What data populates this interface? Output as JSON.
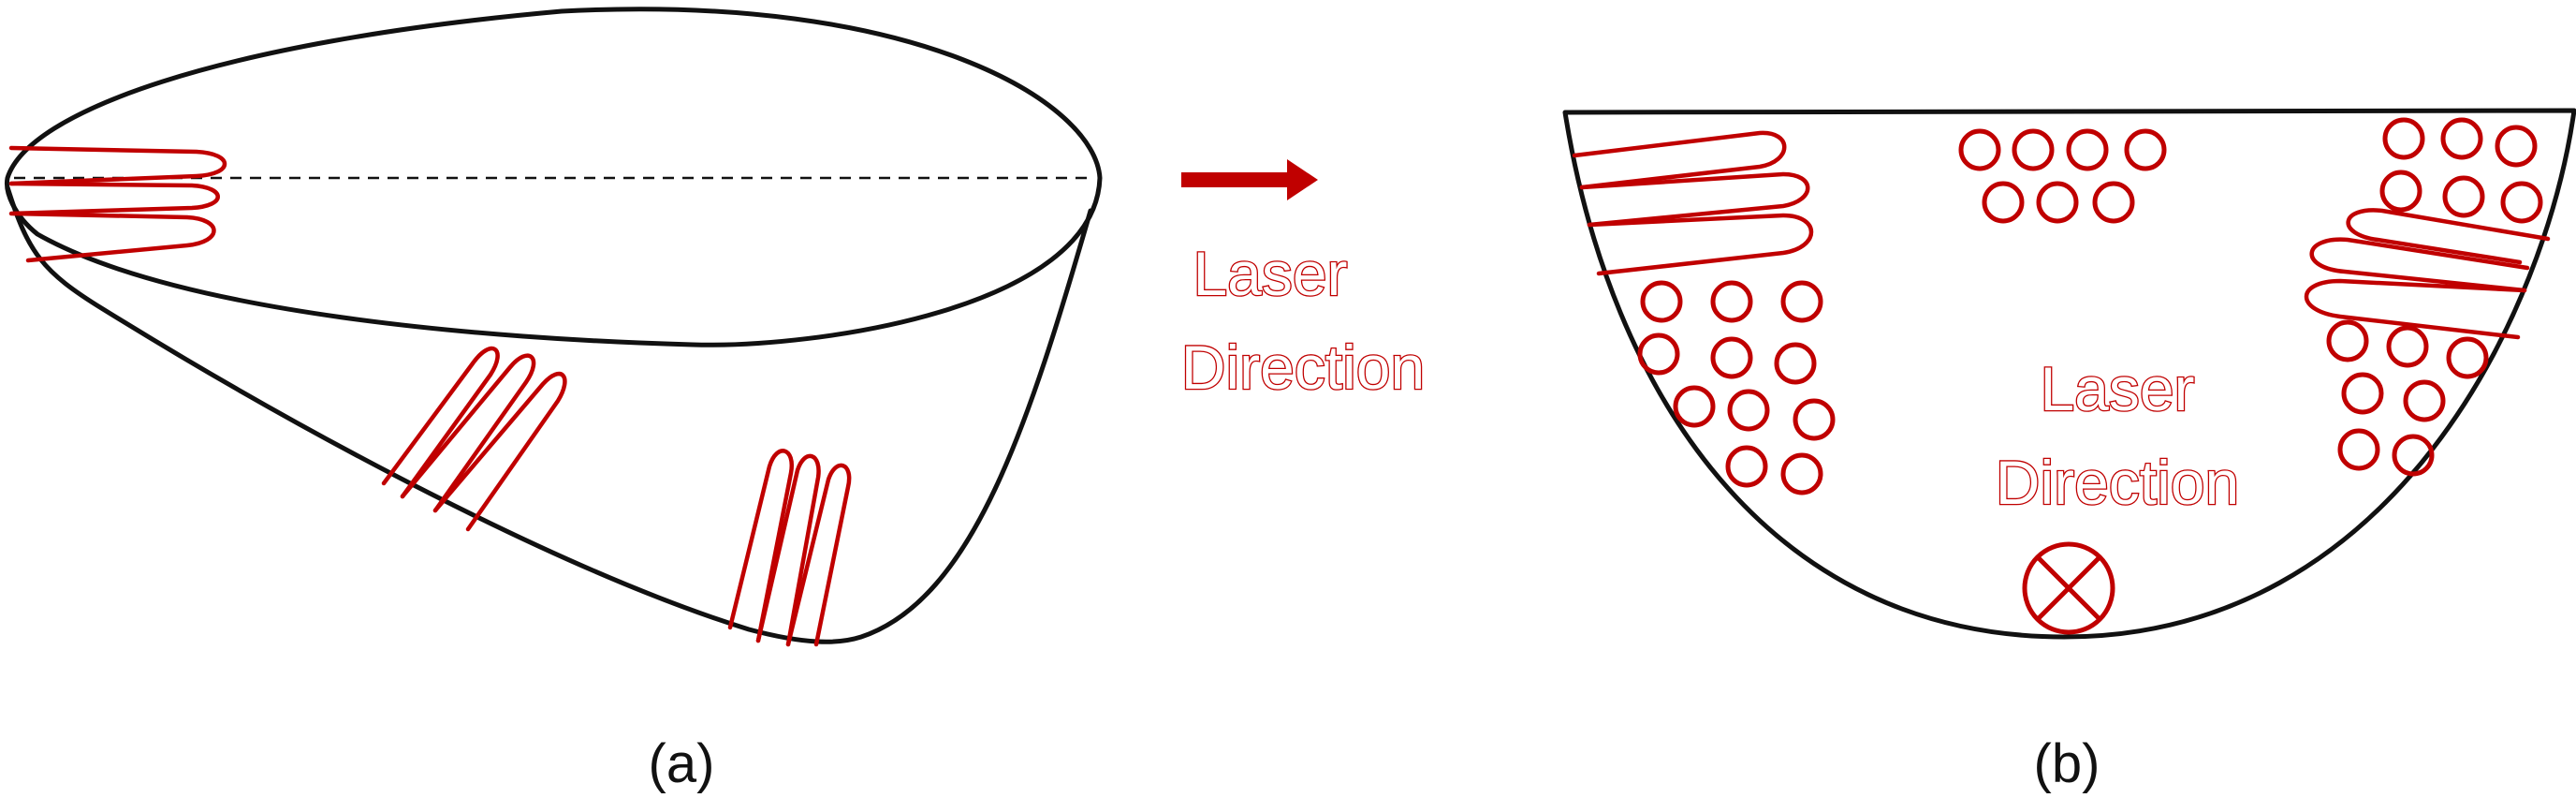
{
  "panels": [
    {
      "label": "(a)"
    },
    {
      "label": "(b)"
    }
  ],
  "annotations": {
    "arrow_label_line1": "Laser",
    "arrow_label_line2": "Direction",
    "cross_section_label_line1": "Laser",
    "cross_section_label_line2": "Direction"
  },
  "icons": {
    "arrow": "right-arrow-icon",
    "into_page": "circled-cross-icon"
  },
  "colors": {
    "outline": "#111111",
    "grains": "#c00000",
    "label_fill": "#ffffff"
  }
}
